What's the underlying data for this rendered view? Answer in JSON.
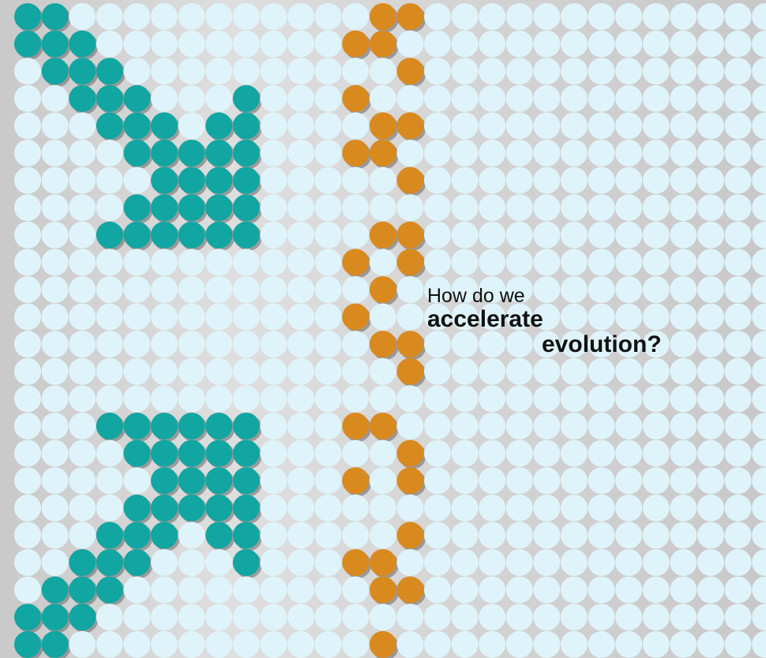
{
  "tagline": {
    "line1": "How do we",
    "line2": "accelerate",
    "line3": "evolution?"
  },
  "colors": {
    "dot_empty": "#dff4fa",
    "dot_teal": "#11a6a2",
    "dot_orange": "#d98a1f",
    "dot_shadow": "#6f6f6f",
    "background": "#d6d6d6"
  },
  "grid": {
    "rows": 25,
    "cols": 29,
    "teal_pattern": [
      [
        0,
        1
      ],
      [
        0,
        1,
        2
      ],
      [
        1,
        2,
        3
      ],
      [
        2,
        3,
        4,
        8
      ],
      [
        3,
        4,
        5,
        7,
        8
      ],
      [
        4,
        5,
        6,
        7,
        8
      ],
      [
        5,
        6,
        7,
        8
      ],
      [
        4,
        5,
        6,
        7,
        8
      ],
      [
        3,
        4,
        5,
        6,
        7,
        8
      ],
      [],
      [],
      [],
      [],
      [],
      [],
      [
        3,
        4,
        5,
        6,
        7,
        8
      ],
      [
        4,
        5,
        6,
        7,
        8
      ],
      [
        5,
        6,
        7,
        8
      ],
      [
        4,
        5,
        6,
        7,
        8
      ],
      [
        3,
        4,
        5,
        7,
        8
      ],
      [
        2,
        3,
        4,
        8
      ],
      [
        1,
        2,
        3
      ],
      [
        0,
        1,
        2
      ],
      [
        0,
        1
      ],
      []
    ],
    "orange_pattern": [
      [
        13,
        14
      ],
      [
        12,
        13
      ],
      [
        14
      ],
      [
        12
      ],
      [
        13,
        14
      ],
      [
        12,
        13
      ],
      [
        14
      ],
      [],
      [
        13,
        14
      ],
      [
        12,
        14
      ],
      [
        13
      ],
      [
        12
      ],
      [
        13,
        14
      ],
      [
        14
      ],
      [],
      [
        12,
        13
      ],
      [
        14
      ],
      [
        12,
        14
      ],
      [],
      [
        14
      ],
      [
        12,
        13
      ],
      [
        13,
        14
      ],
      [],
      [
        13
      ],
      []
    ]
  }
}
